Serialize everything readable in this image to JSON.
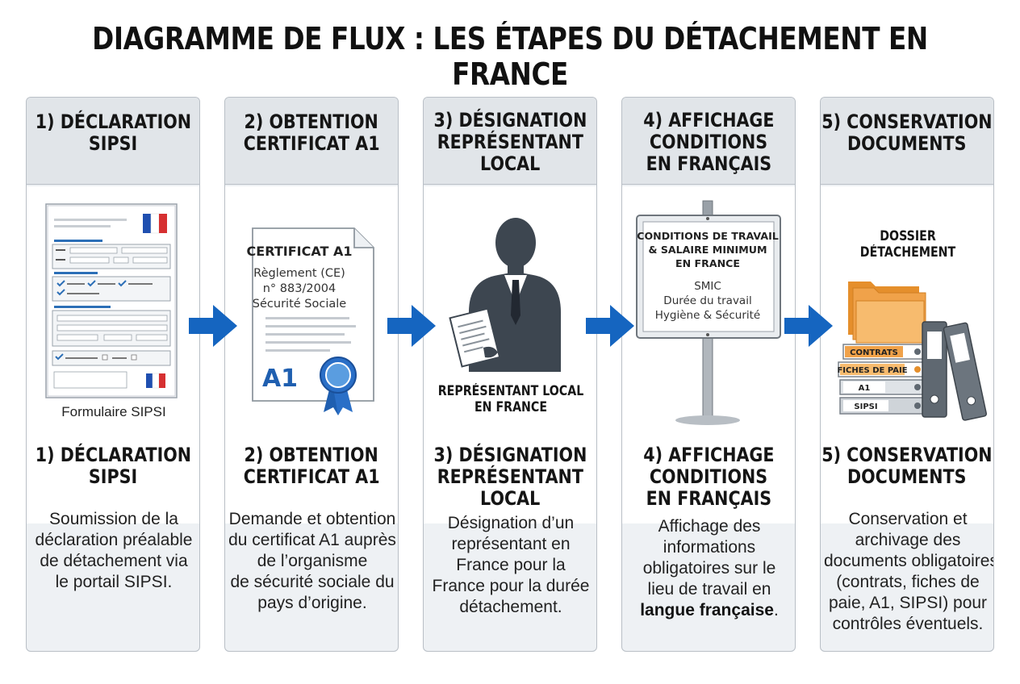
{
  "title": "DIAGRAMME DE FLUX : LES ÉTAPES DU DÉTACHEMENT EN FRANCE",
  "steps": [
    {
      "header": [
        "1) DÉCLARATION",
        "SIPSI"
      ],
      "subtitle": [
        "1) DÉCLARATION",
        "SIPSI"
      ],
      "illustration": {
        "icon": "sipsi-form-icon",
        "caption": "Formulaire SIPSI"
      },
      "description": [
        "Soumission de la",
        "déclaration préalable",
        "de détachement via",
        "le portail SIPSI."
      ]
    },
    {
      "header": [
        "2) OBTENTION",
        "CERTIFICAT A1"
      ],
      "subtitle": [
        "2) OBTENTION",
        "CERTIFICAT A1"
      ],
      "illustration": {
        "icon": "certificate-icon",
        "cert_title": "CERTIFICAT A1",
        "cert_lines": [
          "Règlement (CE)",
          "n° 883/2004",
          "Sécurité Sociale"
        ],
        "badge": "A1"
      },
      "description": [
        "Demande et obtention",
        "du certificat A1 auprès",
        "de l’organisme",
        "de sécurité sociale du",
        "pays d’origine."
      ]
    },
    {
      "header": [
        "3) DÉSIGNATION",
        "REPRÉSENTANT",
        "LOCAL"
      ],
      "subtitle": [
        "3) DÉSIGNATION",
        "REPRÉSENTANT",
        "LOCAL"
      ],
      "illustration": {
        "icon": "representative-person-icon",
        "caption": [
          "REPRÉSENTANT LOCAL",
          "EN FRANCE"
        ]
      },
      "description": [
        "Désignation d’un",
        "représentant en",
        "France pour la",
        "France pour la durée",
        "détachement."
      ]
    },
    {
      "header": [
        "4) AFFICHAGE",
        "CONDITIONS",
        "EN FRANÇAIS"
      ],
      "subtitle": [
        "4) AFFICHAGE",
        "CONDITIONS",
        "EN FRANÇAIS"
      ],
      "illustration": {
        "icon": "signboard-icon",
        "sign_title": [
          "CONDITIONS DE TRAVAIL",
          "& SALAIRE MINIMUM",
          "EN FRANCE"
        ],
        "sign_lines": [
          "SMIC",
          "Durée du travail",
          "Hygiène & Sécurité"
        ]
      },
      "description_lines": [
        "Affichage des",
        "informations",
        "obligatoires sur le",
        "lieu de travail en"
      ],
      "description_bold": "langue française",
      "description_tail": "."
    },
    {
      "header": [
        "5) CONSERVATION",
        "DOCUMENTS"
      ],
      "subtitle": [
        "5) CONSERVATION",
        "DOCUMENTS"
      ],
      "illustration": {
        "icon": "document-folders-icon",
        "caption": [
          "DOSSIER",
          "DÉTACHEMENT"
        ],
        "folder_labels": [
          "CONTRATS",
          "FICHES DE PAIE",
          "A1",
          "SIPSI"
        ]
      },
      "description": [
        "Conservation et",
        "archivage des",
        "documents obligatoires",
        "(contrats, fiches de",
        "paie, A1, SIPSI) pour",
        "contrôles éventuels."
      ]
    }
  ],
  "colors": {
    "arrow": "#1565c0",
    "header_bg": "#e1e5e9",
    "card_bg": "#eef1f4",
    "border": "#b9bfc6",
    "silhouette": "#3d4650",
    "folder_orange": "#f0a24a",
    "binder_gray": "#5f6871"
  }
}
